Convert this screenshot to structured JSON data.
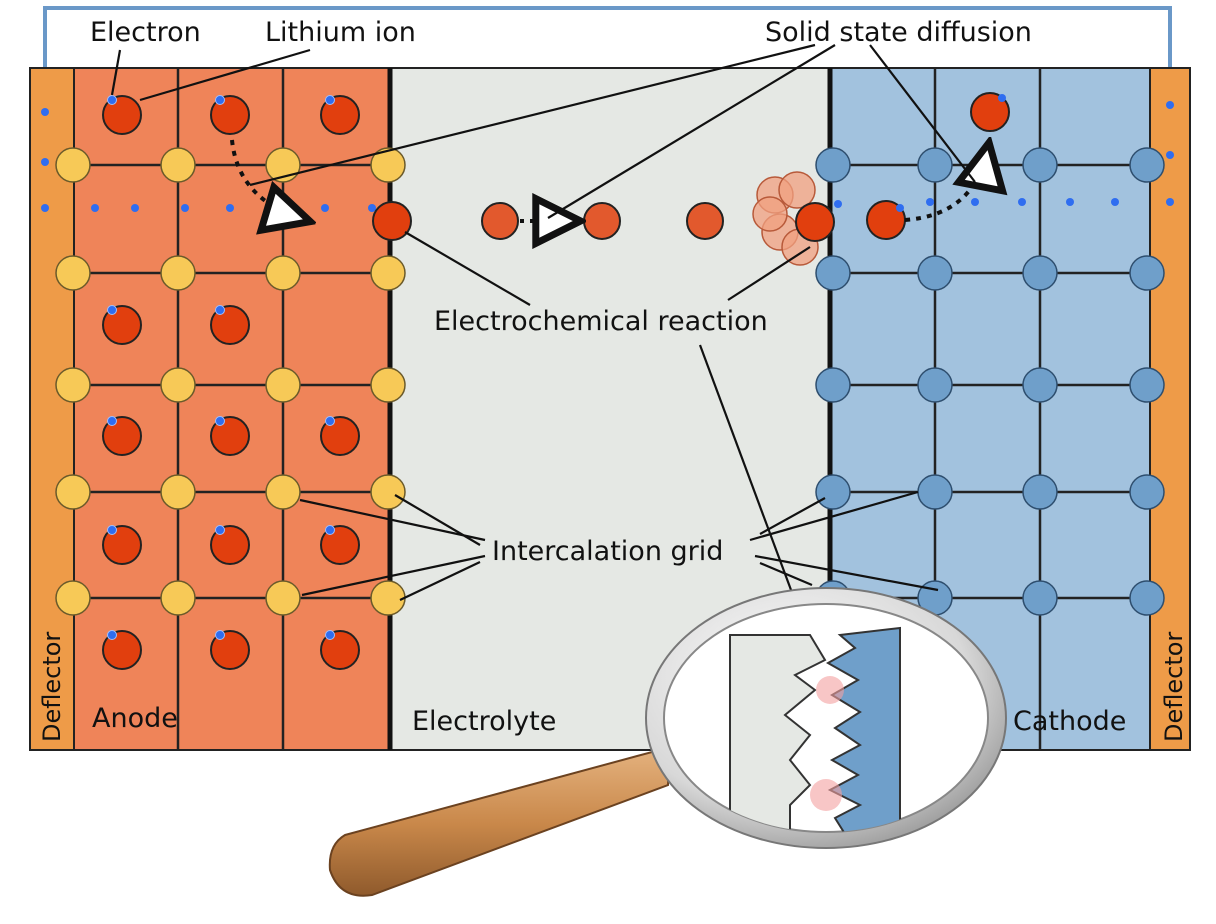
{
  "labels": {
    "electron": "Electron",
    "lithium_ion": "Lithium ion",
    "solid_state_diffusion": "Solid state diffusion",
    "electrochemical_reaction": "Electrochemical reaction",
    "intercalation_grid": "Intercalation grid",
    "anode": "Anode",
    "electrolyte": "Electrolyte",
    "cathode": "Cathode",
    "deflector_left": "Deflector",
    "deflector_right": "Deflector"
  },
  "colors": {
    "anode": "#ef8459",
    "electrolyte": "#e5e8e4",
    "cathode": "#a2c2de",
    "deflector": "#ee9b48",
    "lithium_ion": "#e13f0e",
    "electron": "#2f6df0",
    "anode_grid_node": "#f7c957",
    "cathode_grid_node": "#6f9fca",
    "wire": "#6a98c8",
    "magnifier_rim": "#c7c7c7",
    "magnifier_handle": "#c98a4b"
  },
  "icons": {
    "magnifier": "magnifying-glass-icon"
  }
}
